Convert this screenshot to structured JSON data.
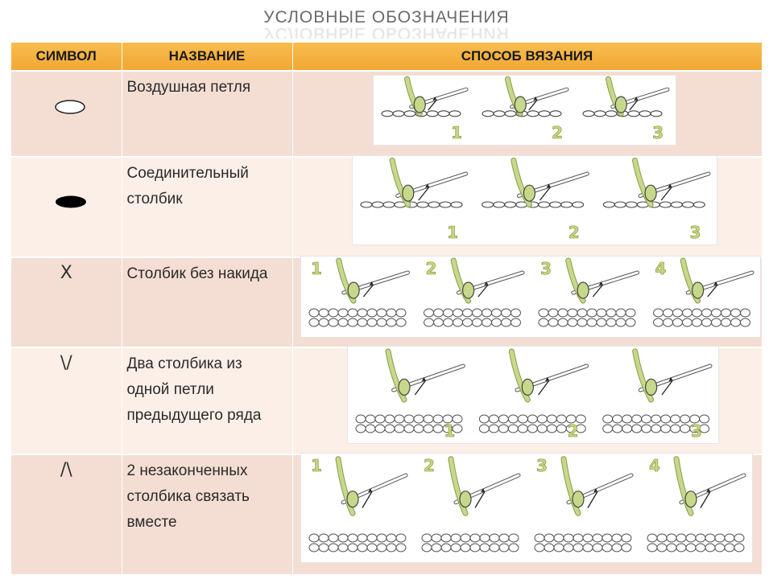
{
  "title": "УСЛОВНЫЕ ОБОЗНАЧЕНИЯ",
  "columns": [
    "СИМВОЛ",
    "НАЗВАНИЕ",
    "СПОСОБ ВЯЗАНИЯ"
  ],
  "rows": [
    {
      "symbol": "open-oval",
      "name": "Воздушная петля",
      "steps": [
        "1",
        "2",
        "3"
      ]
    },
    {
      "symbol": "filled-oval",
      "name": "Соединительный столбик",
      "steps": [
        "1",
        "2",
        "3"
      ]
    },
    {
      "symbol": "X",
      "name": "Столбик без накида",
      "steps": [
        "1",
        "2",
        "3",
        "4"
      ]
    },
    {
      "symbol": "\\/",
      "name": "Два столбика из одной петли предыдущего ряда",
      "steps": [
        "1",
        "2",
        "3"
      ]
    },
    {
      "symbol": "/\\",
      "name": "2 незаконченных столбика связать вместе",
      "steps": [
        "1",
        "2",
        "3",
        "4"
      ]
    }
  ],
  "colors": {
    "header": "#f4b042",
    "row_odd": "#f4ded3",
    "row_even": "#fbefe8",
    "yarn": "#c6d98a",
    "step_number": "#c7d87a"
  }
}
